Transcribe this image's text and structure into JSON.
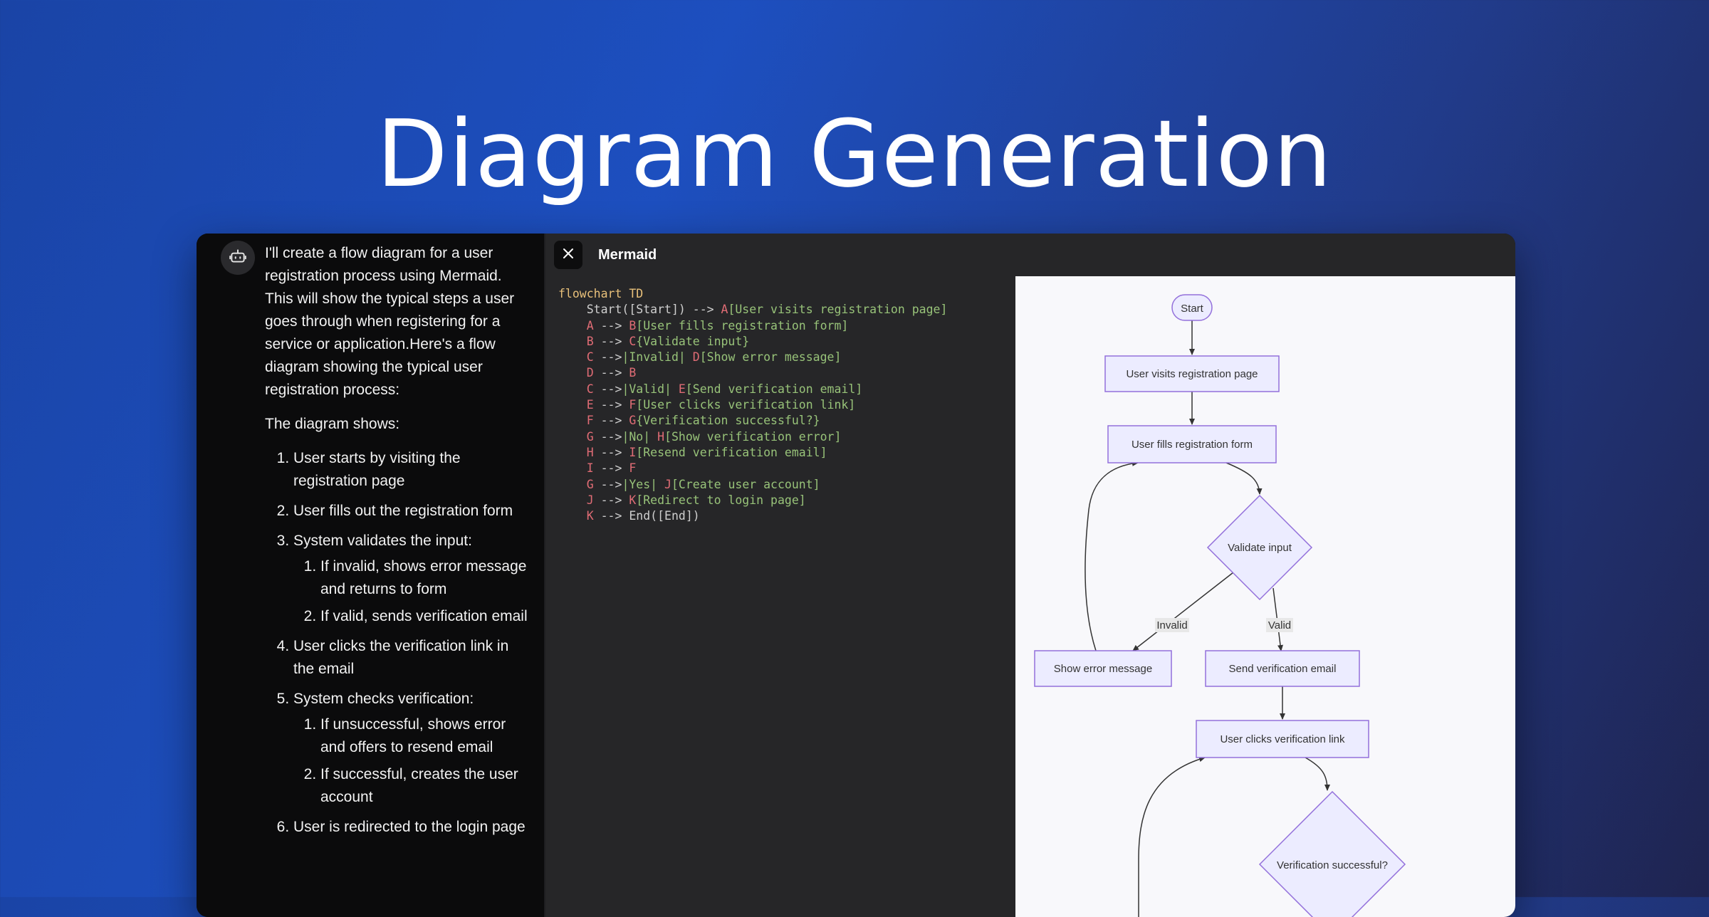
{
  "hero": {
    "title": "Diagram Generation"
  },
  "chat": {
    "intro": "I'll create a flow diagram for a user registration process using Mermaid. This will show the typical steps a user goes through when registering for a service or application.Here's a flow diagram showing the typical user registration process:",
    "shows_label": "The diagram shows:",
    "steps": [
      {
        "text": "User starts by visiting the registration page"
      },
      {
        "text": "User fills out the registration form"
      },
      {
        "text": "System validates the input:",
        "sub": [
          "If invalid, shows error message and returns to form",
          "If valid, sends verification email"
        ]
      },
      {
        "text": "User clicks the verification link in the email"
      },
      {
        "text": "System checks verification:",
        "sub": [
          "If unsuccessful, shows error and offers to resend email",
          "If successful, creates the user account"
        ]
      },
      {
        "text": "User is redirected to the login page"
      }
    ]
  },
  "artifact": {
    "title": "Mermaid",
    "code_lines": [
      [
        [
          "kw",
          "flowchart TD"
        ]
      ],
      [
        [
          "op",
          "    "
        ],
        [
          "op",
          "Start([Start]) --> "
        ],
        [
          "id",
          "A"
        ],
        [
          "str",
          "[User visits registration page]"
        ]
      ],
      [
        [
          "op",
          "    "
        ],
        [
          "id",
          "A"
        ],
        [
          "op",
          " --> "
        ],
        [
          "id",
          "B"
        ],
        [
          "str",
          "[User fills registration form]"
        ]
      ],
      [
        [
          "op",
          "    "
        ],
        [
          "id",
          "B"
        ],
        [
          "op",
          " --> "
        ],
        [
          "id",
          "C"
        ],
        [
          "str",
          "{Validate input}"
        ]
      ],
      [
        [
          "op",
          "    "
        ],
        [
          "id",
          "C"
        ],
        [
          "op",
          " -->"
        ],
        [
          "str",
          "|Invalid|"
        ],
        [
          "op",
          " "
        ],
        [
          "id",
          "D"
        ],
        [
          "str",
          "[Show error message]"
        ]
      ],
      [
        [
          "op",
          "    "
        ],
        [
          "id",
          "D"
        ],
        [
          "op",
          " --> "
        ],
        [
          "id",
          "B"
        ]
      ],
      [
        [
          "op",
          "    "
        ],
        [
          "id",
          "C"
        ],
        [
          "op",
          " -->"
        ],
        [
          "str",
          "|Valid|"
        ],
        [
          "op",
          " "
        ],
        [
          "id",
          "E"
        ],
        [
          "str",
          "[Send verification email]"
        ]
      ],
      [
        [
          "op",
          "    "
        ],
        [
          "id",
          "E"
        ],
        [
          "op",
          " --> "
        ],
        [
          "id",
          "F"
        ],
        [
          "str",
          "[User clicks verification link]"
        ]
      ],
      [
        [
          "op",
          "    "
        ],
        [
          "id",
          "F"
        ],
        [
          "op",
          " --> "
        ],
        [
          "id",
          "G"
        ],
        [
          "str",
          "{Verification successful?}"
        ]
      ],
      [
        [
          "op",
          "    "
        ],
        [
          "id",
          "G"
        ],
        [
          "op",
          " -->"
        ],
        [
          "str",
          "|No|"
        ],
        [
          "op",
          " "
        ],
        [
          "id",
          "H"
        ],
        [
          "str",
          "[Show verification error]"
        ]
      ],
      [
        [
          "op",
          "    "
        ],
        [
          "id",
          "H"
        ],
        [
          "op",
          " --> "
        ],
        [
          "id",
          "I"
        ],
        [
          "str",
          "[Resend verification email]"
        ]
      ],
      [
        [
          "op",
          "    "
        ],
        [
          "id",
          "I"
        ],
        [
          "op",
          " --> "
        ],
        [
          "id",
          "F"
        ]
      ],
      [
        [
          "op",
          "    "
        ],
        [
          "id",
          "G"
        ],
        [
          "op",
          " -->"
        ],
        [
          "str",
          "|Yes|"
        ],
        [
          "op",
          " "
        ],
        [
          "id",
          "J"
        ],
        [
          "str",
          "[Create user account]"
        ]
      ],
      [
        [
          "op",
          "    "
        ],
        [
          "id",
          "J"
        ],
        [
          "op",
          " --> "
        ],
        [
          "id",
          "K"
        ],
        [
          "str",
          "[Redirect to login page]"
        ]
      ],
      [
        [
          "op",
          "    "
        ],
        [
          "id",
          "K"
        ],
        [
          "op",
          " --> "
        ],
        [
          "op",
          "End([End])"
        ]
      ]
    ],
    "diagram": {
      "start": "Start",
      "visit": "User visits registration page",
      "fill": "User fills registration form",
      "validate": "Validate input",
      "edge_invalid": "Invalid",
      "edge_valid": "Valid",
      "error": "Show error message",
      "send": "Send verification email",
      "click": "User clicks verification link",
      "verify": "Verification successful?"
    }
  },
  "colors": {
    "node_fill": "#ECECFF",
    "node_stroke": "#9370DB",
    "edge": "#333333",
    "edge_label_bg": "#e8e8e8"
  }
}
